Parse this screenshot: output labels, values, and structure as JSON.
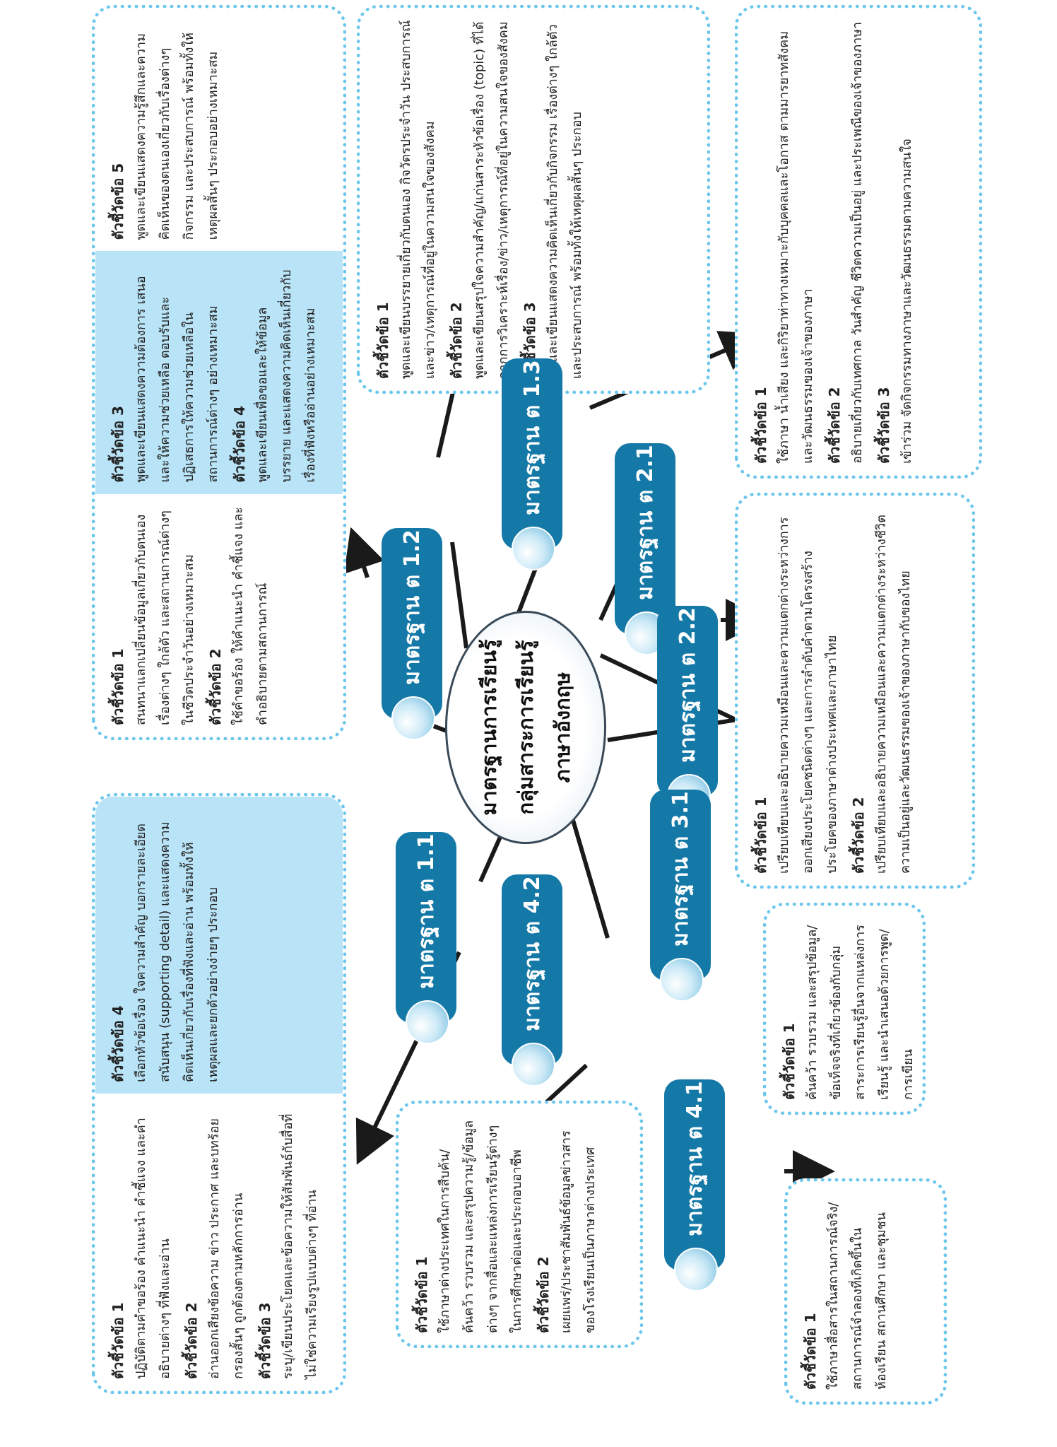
{
  "center": {
    "lines": [
      "มาตรฐานการเรียนรู้",
      "กลุ่มสาระการเรียนรู้",
      "ภาษาอังกฤษ"
    ]
  },
  "colors": {
    "pill": "#1579a8",
    "box_border": "#6cc6ec",
    "box_shade": "#b9e3f6",
    "line": "#1a1a1a"
  },
  "standards": {
    "s1_1": {
      "label": "มาตรฐาน ต 1.1",
      "indicators": [
        {
          "heading": "ตัวชี้วัดข้อ 1",
          "text": "ปฏิบัติตามคำขอร้อง คำแนะนำ คำชี้แจง และคำอธิบายต่างๆ ที่ฟังและอ่าน"
        },
        {
          "heading": "ตัวชี้วัดข้อ 2",
          "text": "อ่านออกเสียงข้อความ ข่าว ประกาศ และบทร้อยกรองสั้นๆ ถูกต้องตามหลักการอ่าน"
        },
        {
          "heading": "ตัวชี้วัดข้อ 3",
          "text": "ระบุ/เขียนประโยคและข้อความให้สัมพันธ์กับสื่อที่ไม่ใช่ความเรียงรูปแบบต่างๆ ที่อ่าน"
        },
        {
          "heading": "ตัวชี้วัดข้อ 4",
          "text": "เลือกหัวข้อเรื่อง ใจความสำคัญ บอกรายละเอียด สนับสนุน (supporting detail) และแสดงความคิดเห็นเกี่ยวกับเรื่องที่ฟังและอ่าน พร้อมทั้งให้เหตุผลและยกตัวอย่างง่ายๆ ประกอบ"
        }
      ]
    },
    "s1_2": {
      "label": "มาตรฐาน ต 1.2",
      "indicators": [
        {
          "heading": "ตัวชี้วัดข้อ 1",
          "text": "สนทนาแลกเปลี่ยนข้อมูลเกี่ยวกับตนเอง เรื่องต่างๆ ใกล้ตัว และสถานการณ์ต่างๆ ในชีวิตประจำวันอย่างเหมาะสม"
        },
        {
          "heading": "ตัวชี้วัดข้อ 2",
          "text": "ใช้คำขอร้อง ให้คำแนะนำ คำชี้แจง และคำอธิบายตามสถานการณ์"
        },
        {
          "heading": "ตัวชี้วัดข้อ 3",
          "text": "พูดและเขียนแสดงความต้องการ เสนอและให้ความช่วยเหลือ ตอบรับและปฏิเสธการให้ความช่วยเหลือในสถานการณ์ต่างๆ อย่างเหมาะสม"
        },
        {
          "heading": "ตัวชี้วัดข้อ 4",
          "text": "พูดและเขียนเพื่อขอและให้ข้อมูล บรรยาย และแสดงความคิดเห็นเกี่ยวกับเรื่องที่ฟังหรืออ่านอย่างเหมาะสม"
        },
        {
          "heading": "ตัวชี้วัดข้อ 5",
          "text": "พูดและเขียนแสดงความรู้สึกและความคิดเห็นของตนเองเกี่ยวกับเรื่องต่างๆ กิจกรรม และประสบการณ์ พร้อมทั้งให้เหตุผลสั้นๆ ประกอบอย่างเหมาะสม"
        }
      ]
    },
    "s1_3": {
      "label": "มาตรฐาน ต 1.3",
      "indicators": [
        {
          "heading": "ตัวชี้วัดข้อ 1",
          "text": "พูดและเขียนบรรยายเกี่ยวกับตนเอง กิจวัตรประจำวัน ประสบการณ์ และข่าว/เหตุการณ์ที่อยู่ในความสนใจของสังคม"
        },
        {
          "heading": "ตัวชี้วัดข้อ 2",
          "text": "พูดและเขียนสรุปใจความสำคัญ/แก่นสาระหัวข้อเรื่อง (topic) ที่ได้จากการวิเคราะห์เรื่อง/ข่าว/เหตุการณ์ที่อยู่ในความสนใจของสังคม"
        },
        {
          "heading": "ตัวชี้วัดข้อ 3",
          "text": "พูดและเขียนแสดงความคิดเห็นเกี่ยวกับกิจกรรม เรื่องต่างๆ ใกล้ตัว และประสบการณ์ พร้อมทั้งให้เหตุผลสั้นๆ ประกอบ"
        }
      ]
    },
    "s2_1": {
      "label": "มาตรฐาน ต 2.1",
      "indicators": [
        {
          "heading": "ตัวชี้วัดข้อ 1",
          "text": "ใช้ภาษา น้ำเสียง และกิริยาท่าทางเหมาะกับบุคคลและโอกาส ตามมารยาทสังคมและวัฒนธรรมของเจ้าของภาษา"
        },
        {
          "heading": "ตัวชี้วัดข้อ 2",
          "text": "อธิบายเกี่ยวกับเทศกาล วันสำคัญ ชีวิตความเป็นอยู่ และประเพณีของเจ้าของภาษา"
        },
        {
          "heading": "ตัวชี้วัดข้อ 3",
          "text": "เข้าร่วม จัดกิจกรรมทางภาษาและวัฒนธรรมตามความสนใจ"
        }
      ]
    },
    "s2_2": {
      "label": "มาตรฐาน ต 2.2",
      "indicators": [
        {
          "heading": "ตัวชี้วัดข้อ 1",
          "text": "เปรียบเทียบและอธิบายความเหมือนและความแตกต่างระหว่างการออกเสียงประโยคชนิดต่างๆ และการลำดับคำตามโครงสร้างประโยคของภาษาต่างประเทศและภาษาไทย"
        },
        {
          "heading": "ตัวชี้วัดข้อ 2",
          "text": "เปรียบเทียบและอธิบายความเหมือนและความแตกต่างระหว่างชีวิตความเป็นอยู่และวัฒนธรรมของเจ้าของภาษากับของไทย"
        }
      ]
    },
    "s3_1": {
      "label": "มาตรฐาน ต 3.1",
      "indicators": [
        {
          "heading": "ตัวชี้วัดข้อ 1",
          "text": "ค้นคว้า รวบรวม และสรุปข้อมูล/ข้อเท็จจริงที่เกี่ยวข้องกับกลุ่มสาระการเรียนรู้อื่นจากแหล่งการเรียนรู้ และนำเสนอด้วยการพูด/การเขียน"
        }
      ]
    },
    "s4_1": {
      "label": "มาตรฐาน ต 4.1",
      "indicators": [
        {
          "heading": "ตัวชี้วัดข้อ 1",
          "text": "ใช้ภาษาสื่อสารในสถานการณ์จริง/สถานการณ์จำลองที่เกิดขึ้นในห้องเรียน สถานศึกษา และชุมชน"
        }
      ]
    },
    "s4_2": {
      "label": "มาตรฐาน ต 4.2",
      "indicators": [
        {
          "heading": "ตัวชี้วัดข้อ 1",
          "text": "ใช้ภาษาต่างประเทศในการสืบค้น/ค้นคว้า รวบรวม และสรุปความรู้/ข้อมูลต่างๆ จากสื่อและแหล่งการเรียนรู้ต่างๆ ในการศึกษาต่อและประกอบอาชีพ"
        },
        {
          "heading": "ตัวชี้วัดข้อ 2",
          "text": "เผยแพร่/ประชาสัมพันธ์ข้อมูลข่าวสารของโรงเรียนเป็นภาษาต่างประเทศ"
        }
      ]
    }
  }
}
